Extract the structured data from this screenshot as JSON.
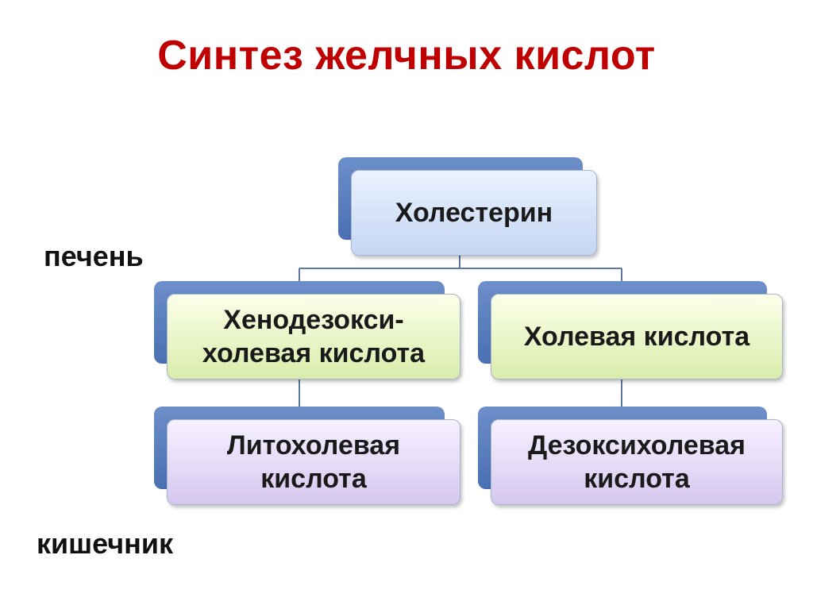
{
  "title": "Синтез желчных кислот",
  "labels": {
    "liver": "печень",
    "intestine": "кишечник"
  },
  "nodes": {
    "cholesterol": "Холестерин",
    "chenodeoxycholic_line1": "Хенодезокси-",
    "chenodeoxycholic_line2": "холевая кислота",
    "cholic": "Холевая кислота",
    "lithocholic_line1": "Литохолевая",
    "lithocholic_line2": "кислота",
    "deoxycholic_line1": "Дезоксихолевая",
    "deoxycholic_line2": "кислота"
  },
  "colors": {
    "title": "#c00000",
    "accent_blue": "#4a6fb3",
    "level1_fill": "#c4d6f2",
    "level2_fill": "#d9ecab",
    "level3_fill": "#d6c8ef"
  }
}
